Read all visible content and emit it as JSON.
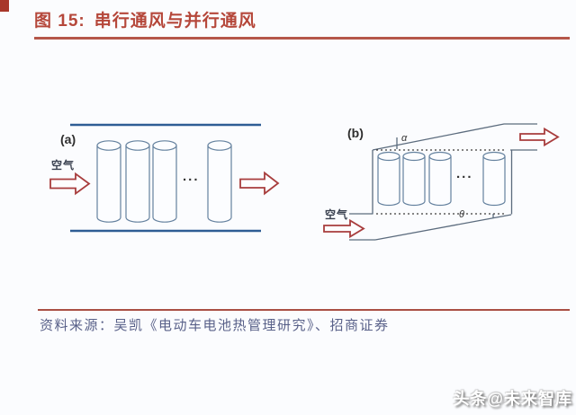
{
  "header": {
    "figure_label": "图 15:",
    "title": "串行通风与并行通风"
  },
  "panel_a": {
    "label": "(a)",
    "air_label": "空气",
    "ellipsis": "..."
  },
  "panel_b": {
    "label": "(b)",
    "air_label": "空气",
    "ellipsis": "...",
    "angle_top_label": "α",
    "angle_bottom_label": "θ"
  },
  "footer": {
    "source_text": "资料来源：吴凯《电动车电池热管理研究》、招商证券"
  },
  "watermark": {
    "text": "头条@未来智库"
  },
  "colors": {
    "title_red": "#b5473a",
    "underline_red": "#b5574a",
    "divider_red": "#a94f44",
    "panel_a_line_blue": "#2e5d94",
    "duct_line_gray": "#5b6b7d",
    "cylinder_outline": "#64819e",
    "arrow_red": "#a83d3d",
    "source_text_color": "#596189",
    "background": "#fbfcfe"
  }
}
